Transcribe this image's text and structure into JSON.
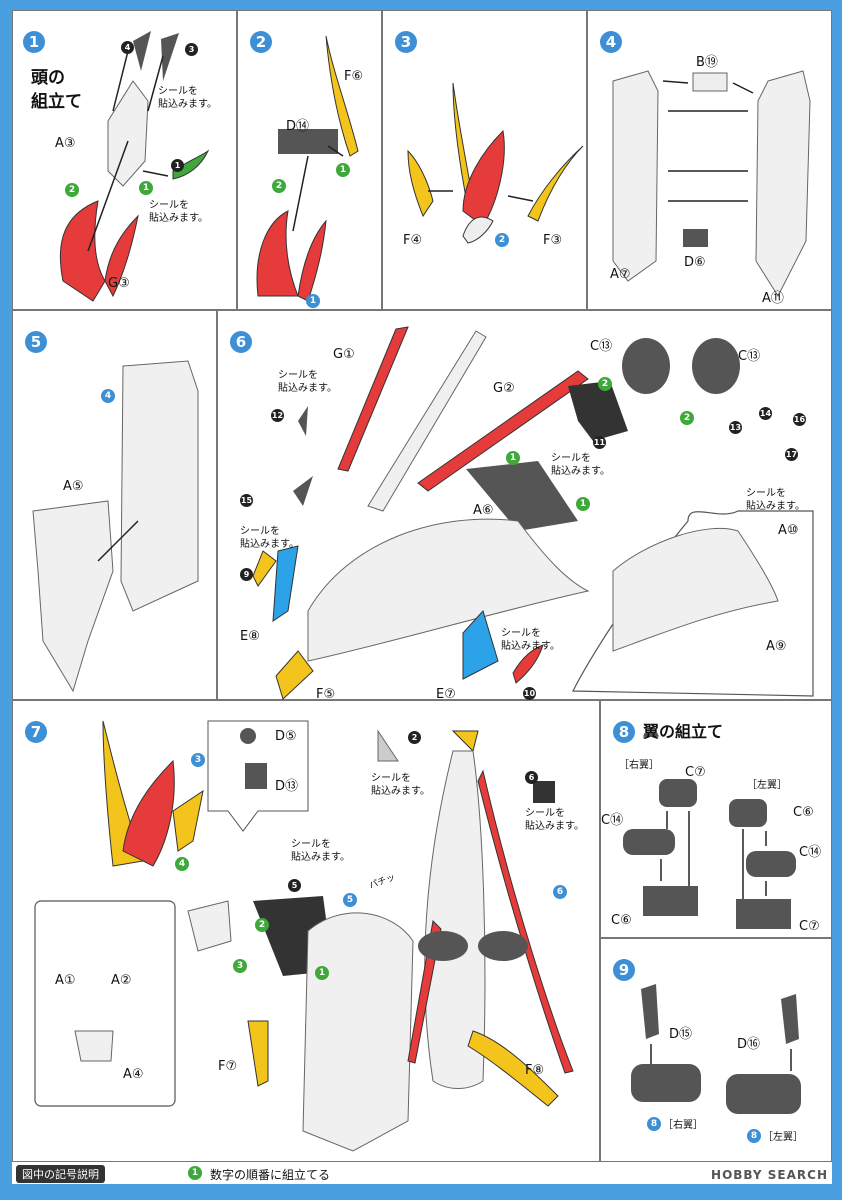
{
  "panels": {
    "p1": {
      "num": "1",
      "title_line1": "頭の",
      "title_line2": "組立て",
      "parts": {
        "a3": "A③",
        "g3": "G③"
      },
      "notes": {
        "note1": "シールを\n貼込みます。",
        "note2": "シールを\n貼込みます。"
      },
      "markers": {
        "k4": "4",
        "k3": "3",
        "k1": "1",
        "g2": "2",
        "g1": "1"
      }
    },
    "p2": {
      "num": "2",
      "parts": {
        "f6": "F⑥",
        "d14": "D⑭"
      },
      "markers": {
        "g1": "1",
        "g2": "2",
        "b1": "1"
      }
    },
    "p3": {
      "num": "3",
      "parts": {
        "f4": "F④",
        "f3": "F③"
      },
      "markers": {
        "b2": "2"
      }
    },
    "p4": {
      "num": "4",
      "parts": {
        "b19": "B⑲",
        "a7": "A⑦",
        "d6": "D⑥",
        "a11": "A⑪"
      }
    },
    "p5": {
      "num": "5",
      "parts": {
        "a5": "A⑤"
      },
      "markers": {
        "b4": "4"
      }
    },
    "p6": {
      "num": "6",
      "parts": {
        "g1": "G①",
        "g2": "G②",
        "c13a": "C⑬",
        "c13b": "C⑬",
        "a6": "A⑥",
        "a10": "A⑩",
        "a9": "A⑨",
        "e8": "E⑧",
        "e7": "E⑦",
        "f5": "F⑤"
      },
      "notes": {
        "note_g1": "シールを\n貼込みます。",
        "note_c13": "シールを\n貼込みます。",
        "note_15": "シールを\n貼込みます。",
        "note_a10": "シールを\n貼込みます。",
        "note_e7": "シールを\n貼込みます。"
      },
      "markers": {
        "k12": "12",
        "k15": "15",
        "k9": "9",
        "k11": "11",
        "k13": "13",
        "k14": "14",
        "k16": "16",
        "k17": "17",
        "k10": "10",
        "g2a": "2",
        "g2b": "2",
        "g1a": "1",
        "g1b": "1"
      }
    },
    "p7": {
      "num": "7",
      "parts": {
        "d5": "D⑤",
        "d13": "D⑬",
        "a1": "A①",
        "a2": "A②",
        "a4": "A④",
        "f7": "F⑦",
        "f8": "F⑧"
      },
      "notes": {
        "note_5": "シールを\n貼込みます。",
        "note_2": "シールを\n貼込みます。",
        "note_6": "シールを\n貼込みます。"
      },
      "sfx": "パチッ",
      "markers": {
        "b3": "3",
        "b4": "4",
        "k5": "5",
        "k2": "2",
        "k6": "6",
        "b5": "5",
        "b6": "6",
        "g1": "1",
        "g2": "2",
        "g3": "3"
      }
    },
    "p8": {
      "num": "8",
      "title": "翼の組立て",
      "right_label": "［右翼］",
      "left_label": "［左翼］",
      "parts": {
        "c7a": "C⑦",
        "c14a": "C⑭",
        "c6a": "C⑥",
        "c6b": "C⑥",
        "c14b": "C⑭",
        "c7b": "C⑦"
      }
    },
    "p9": {
      "num": "9",
      "parts": {
        "d15": "D⑮",
        "d16": "D⑯"
      },
      "right_tag": "［右翼］",
      "left_tag": "［左翼］",
      "markers": {
        "b8a": "8",
        "b8b": "8"
      }
    }
  },
  "legend": {
    "title": "図中の記号説明",
    "marker": "1",
    "text": "数字の順番に組立てる"
  },
  "watermark": "HOBBY SEARCH",
  "colors": {
    "accent_blue": "#3d8fd6",
    "marker_green": "#3ea83a",
    "part_red": "#e53b3b",
    "part_yellow": "#f3c41c",
    "part_blue": "#2ca3e8",
    "part_gray": "#555555"
  }
}
